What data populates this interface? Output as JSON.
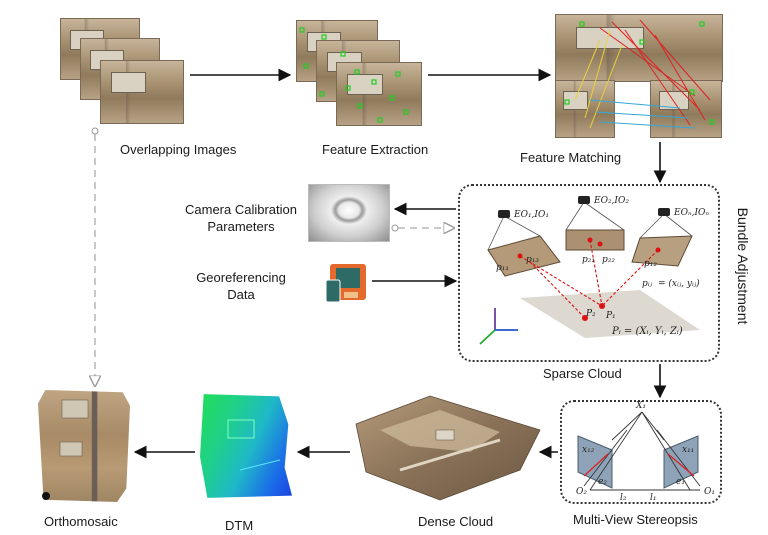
{
  "steps": {
    "overlapping_images": "Overlapping Images",
    "feature_extraction": "Feature Extraction",
    "feature_matching": "Feature Matching",
    "camera_calibration_line1": "Camera Calibration",
    "camera_calibration_line2": "Parameters",
    "georeferencing_line1": "Georeferencing",
    "georeferencing_line2": "Data",
    "sparse_cloud": "Sparse Cloud",
    "bundle_adjustment": "Bundle Adjustment",
    "multi_view_stereopsis": "Multi-View Stereopsis",
    "dense_cloud": "Dense Cloud",
    "dtm": "DTM",
    "orthomosaic": "Orthomosaic"
  },
  "sparse_cloud_symbols": {
    "eo_1": "EO₁,IO₁",
    "eo_2": "EO₂,IO₂",
    "eo_n": "EOₙ,IOₙ",
    "p_11": "p₁₁",
    "p_21": "p₂₁",
    "p_22": "p₂₂",
    "p_12": "p₁₂",
    "p_13": "p₁₃",
    "p_ij": "pᵢⱼ",
    "p_ij_eq": "= (xᵢⱼ, yᵢⱼ)",
    "P_2": "P₂",
    "P_1": "P₁",
    "P_i_eq": "Pᵢ = (Xᵢ, Yᵢ, Zᵢ)"
  },
  "stereo_symbols": {
    "X_1": "X₁",
    "x_12": "x₁₂",
    "x_11": "x₁₁",
    "O_2": "O₂",
    "O_1": "O₁",
    "e_2": "e₂",
    "e_1": "e₁",
    "l_2": "l₂",
    "l_1": "l₁"
  },
  "colors": {
    "arrow": "#111111",
    "dashed": "#aaaaaa",
    "feature_points": "#22cc22",
    "match_red": "#dd2222",
    "match_yellow": "#e8d23a",
    "match_cyan": "#33a8d8",
    "camera_red": "#dd1111"
  }
}
